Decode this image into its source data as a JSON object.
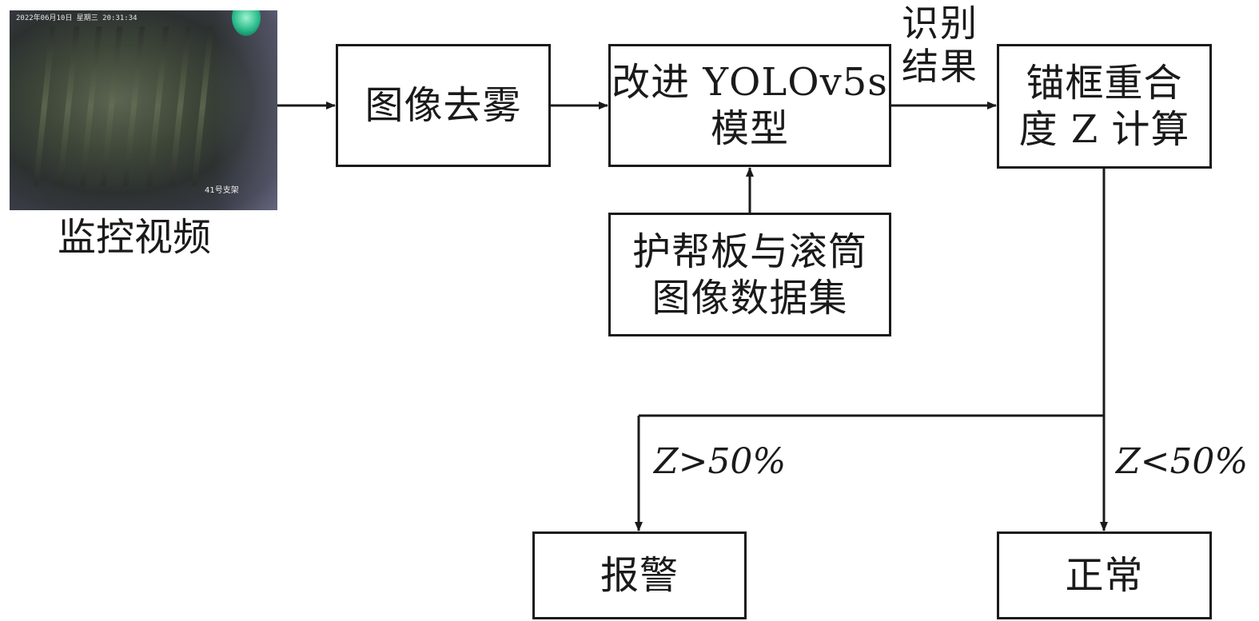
{
  "video": {
    "caption": "监控视频",
    "overlay_timestamp": "2022年06月10日 星期三 20:31:34",
    "overlay_tag": "41号支架"
  },
  "nodes": {
    "dehaze": "图像去雾",
    "model": [
      "改进 YOLOv5s",
      "模型"
    ],
    "dataset": [
      "护帮板与滚筒",
      "图像数据集"
    ],
    "overlap": [
      "锚框重合",
      "度 Z 计算"
    ],
    "alarm": "报警",
    "normal": "正常"
  },
  "edges": {
    "recognition": [
      "识别",
      "结果"
    ],
    "branch_alarm": "Z>50%",
    "branch_normal": "Z<50%"
  }
}
